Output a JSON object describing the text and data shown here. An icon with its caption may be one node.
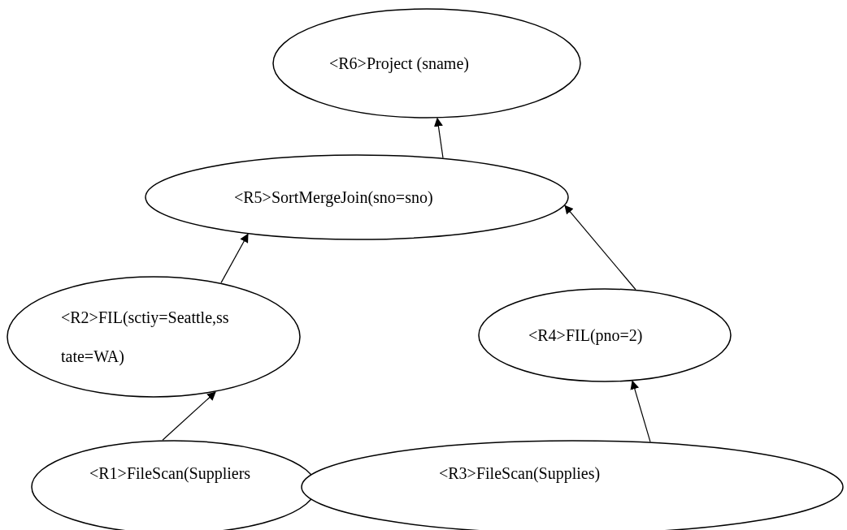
{
  "diagram": {
    "nodes": [
      {
        "text": [
          "<R6>Project (sname)"
        ]
      },
      {
        "text": [
          "<R5>SortMergeJoin(sno=sno)"
        ]
      },
      {
        "text": [
          "<R2>FIL(sctiy=Seattle,ss tate=WA)"
        ]
      },
      {
        "text": [
          "<R4>FIL(pno=2)"
        ]
      },
      {
        "text": [
          "<R1>FileScan(Suppliers"
        ]
      },
      {
        "text": [
          "<R3>FileScan(Supplies)"
        ]
      }
    ],
    "edges": [
      {
        "from": 4,
        "to": 2,
        "arrow": "to"
      },
      {
        "from": 5,
        "to": 3,
        "arrow": "to"
      },
      {
        "from": 2,
        "to": 1,
        "arrow": "to"
      },
      {
        "from": 3,
        "to": 1,
        "arrow": "to"
      },
      {
        "from": 1,
        "to": 0,
        "arrow": "to"
      }
    ]
  }
}
